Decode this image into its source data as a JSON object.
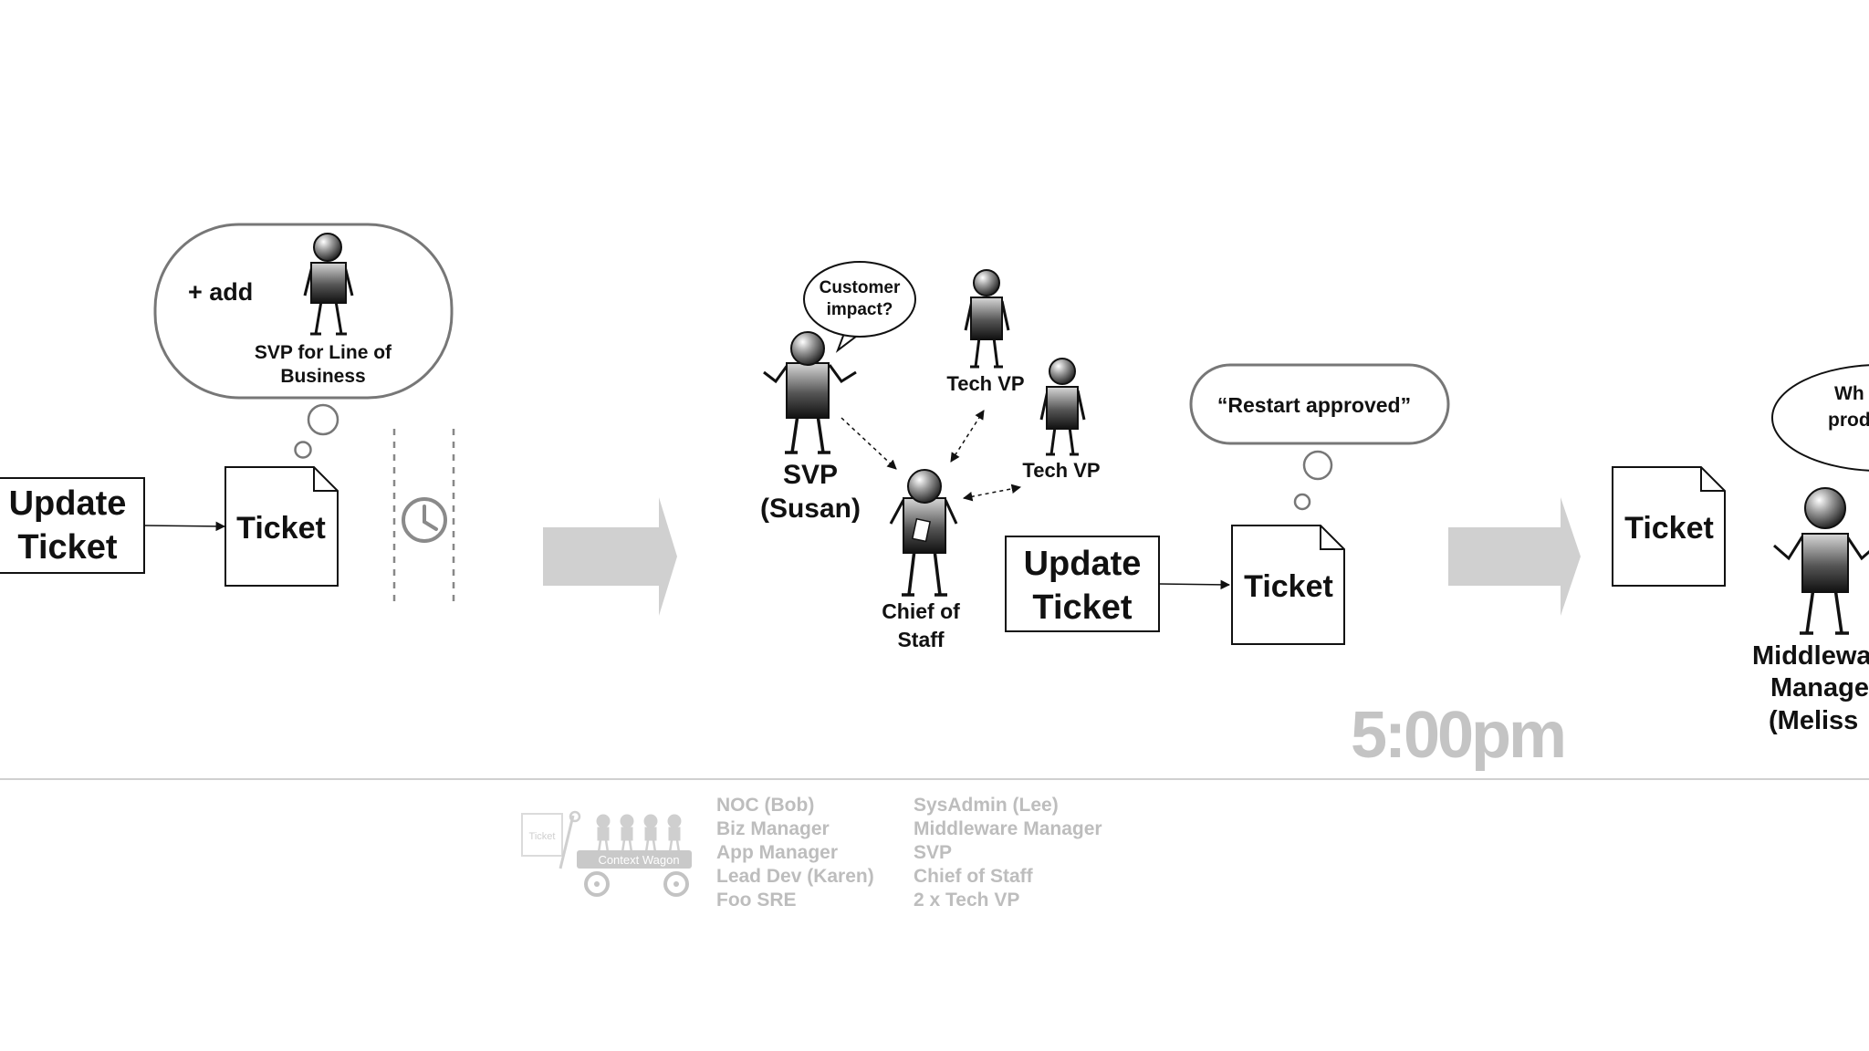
{
  "left": {
    "update_box": [
      "Update",
      "Ticket"
    ],
    "ticket": "Ticket",
    "thought_add": "+ add",
    "thought_person": [
      "SVP for Line of",
      "Business"
    ]
  },
  "middle": {
    "svp_bubble": [
      "Customer",
      "impact?"
    ],
    "svp_name": [
      "SVP",
      "(Susan)"
    ],
    "tech_vp_1": "Tech VP",
    "tech_vp_2": "Tech VP",
    "chief": [
      "Chief of",
      "Staff"
    ],
    "update_box": [
      "Update",
      "Ticket"
    ],
    "ticket": "Ticket",
    "thought_text": "“Restart approved”"
  },
  "right": {
    "ticket": "Ticket",
    "bubble_partial": [
      "Wh",
      "prod"
    ],
    "person_partial": [
      "Middlewa",
      "Manage",
      "(Meliss"
    ]
  },
  "time": "5:00pm",
  "footer": {
    "wagon_ticket": "Ticket",
    "wagon_label": "Context Wagon",
    "col1": [
      "NOC (Bob)",
      "Biz Manager",
      "App Manager",
      "Lead Dev (Karen)",
      "Foo SRE"
    ],
    "col2": [
      "SysAdmin (Lee)",
      "Middleware Manager",
      "SVP",
      "Chief of Staff",
      "2 x Tech VP"
    ]
  },
  "colors": {
    "big_arrow": "#d0d0d0",
    "footer_text": "#bdbdbd",
    "time_text": "#c4c4c4",
    "bubble_stroke": "#777777",
    "clock": "#8a8a8a"
  }
}
